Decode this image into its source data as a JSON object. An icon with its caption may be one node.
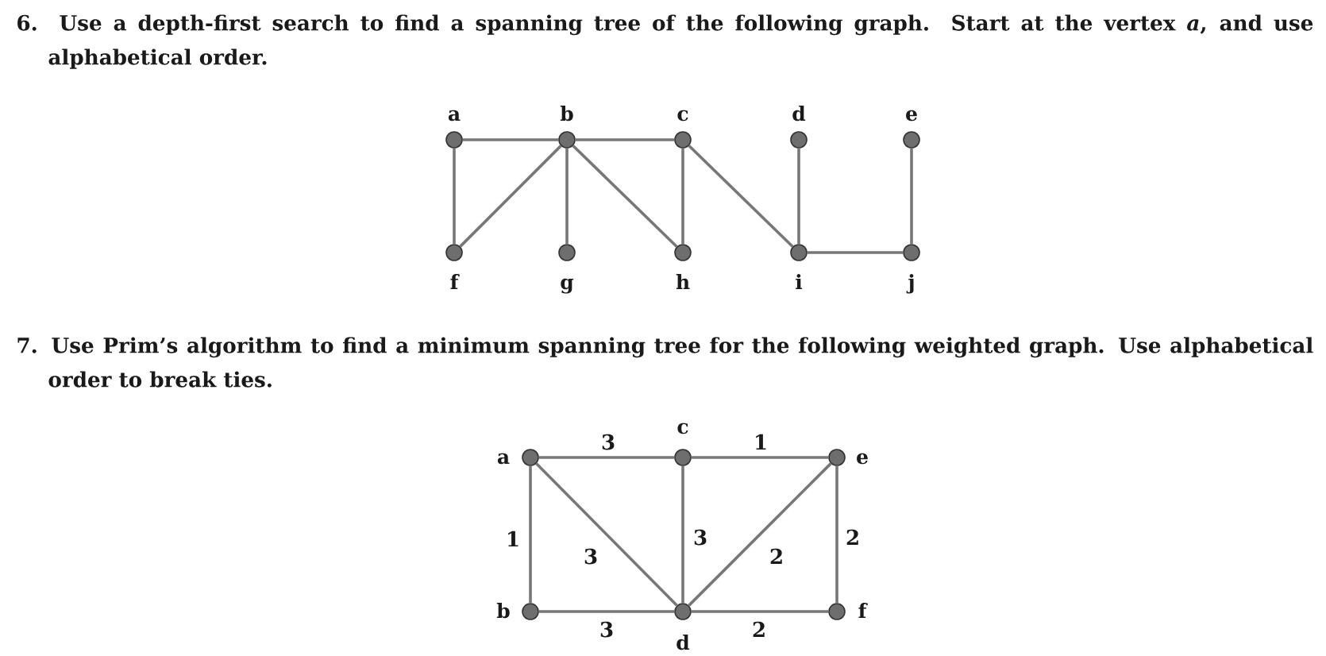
{
  "diagram": {
    "nodes": [
      {
        "text": [
          "a"
        ]
      },
      {
        "text": [
          "b"
        ]
      },
      {
        "text": [
          "c"
        ]
      },
      {
        "text": [
          "d"
        ]
      },
      {
        "text": [
          "e"
        ]
      },
      {
        "text": [
          "f"
        ]
      },
      {
        "text": [
          "g"
        ]
      },
      {
        "text": [
          "h"
        ]
      },
      {
        "text": [
          "i"
        ]
      },
      {
        "text": [
          "j"
        ]
      },
      {
        "text": [
          "a"
        ]
      },
      {
        "text": [
          "c"
        ]
      },
      {
        "text": [
          "e"
        ]
      },
      {
        "text": [
          "b"
        ]
      },
      {
        "text": [
          "d"
        ]
      },
      {
        "text": [
          "f"
        ]
      }
    ],
    "edges": [
      {
        "from": 0,
        "to": 1,
        "arrow": "none"
      },
      {
        "from": 1,
        "to": 2,
        "arrow": "none"
      },
      {
        "from": 0,
        "to": 5,
        "arrow": "none"
      },
      {
        "from": 1,
        "to": 5,
        "arrow": "none"
      },
      {
        "from": 1,
        "to": 6,
        "arrow": "none"
      },
      {
        "from": 1,
        "to": 7,
        "arrow": "none"
      },
      {
        "from": 2,
        "to": 7,
        "arrow": "none"
      },
      {
        "from": 2,
        "to": 8,
        "arrow": "none"
      },
      {
        "from": 3,
        "to": 8,
        "arrow": "none"
      },
      {
        "from": 8,
        "to": 9,
        "arrow": "none"
      },
      {
        "from": 4,
        "to": 9,
        "arrow": "none"
      },
      {
        "from": 10,
        "to": 11,
        "arrow": "none",
        "label": "3"
      },
      {
        "from": 11,
        "to": 12,
        "arrow": "none",
        "label": "1"
      },
      {
        "from": 10,
        "to": 13,
        "arrow": "none",
        "label": "1"
      },
      {
        "from": 10,
        "to": 14,
        "arrow": "none",
        "label": "3"
      },
      {
        "from": 11,
        "to": 14,
        "arrow": "none",
        "label": "3"
      },
      {
        "from": 14,
        "to": 12,
        "arrow": "none",
        "label": "2"
      },
      {
        "from": 12,
        "to": 15,
        "arrow": "none",
        "label": "2"
      },
      {
        "from": 13,
        "to": 14,
        "arrow": "none",
        "label": "3"
      },
      {
        "from": 14,
        "to": 15,
        "arrow": "none",
        "label": "2"
      }
    ],
    "labels": [
      "6. Use a depth-first search to find a spanning tree of the following graph. Start at the vertex *a*, and use alphabetical order.",
      "7. Use Prim’s algorithm to find a minimum spanning tree for the following weighted graph. Use alphabetical order to break ties."
    ]
  }
}
